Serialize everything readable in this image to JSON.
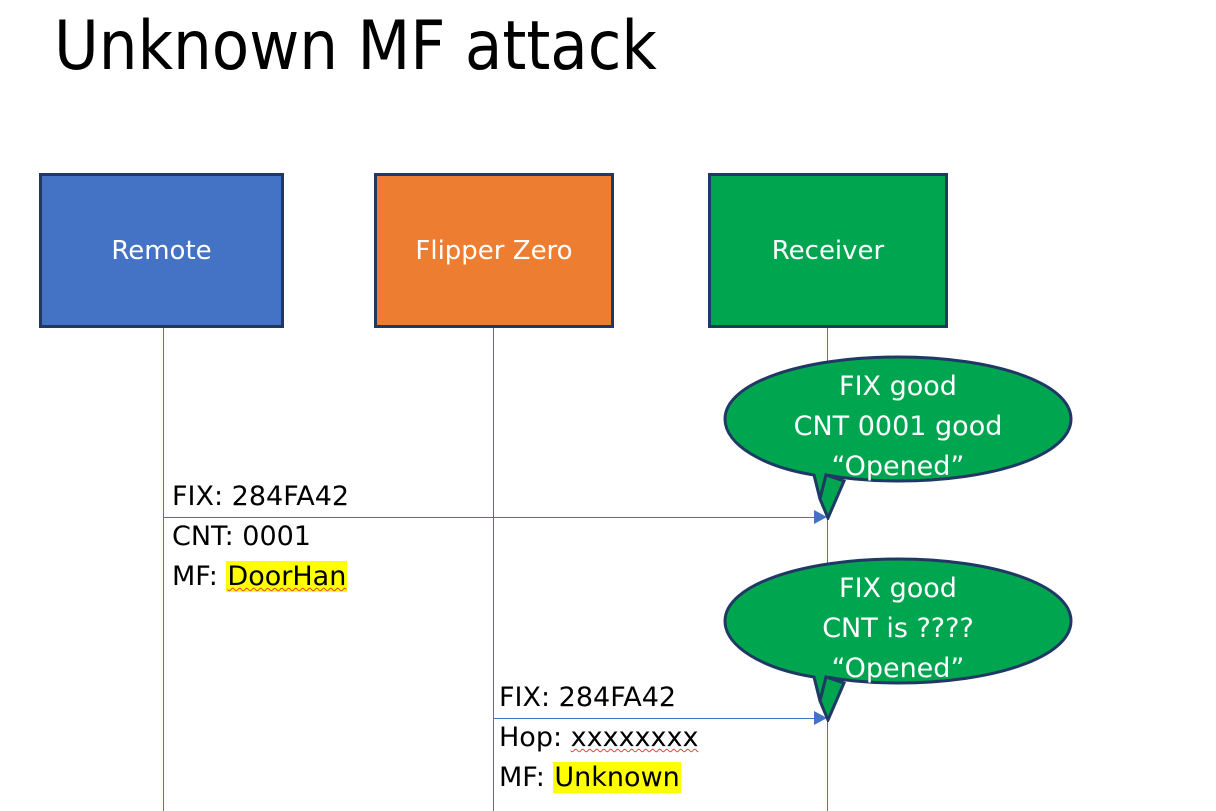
{
  "slide": {
    "title": "Unknown MF attack",
    "background": "#FFFFFF"
  },
  "colors": {
    "remote_fill": "#4472C4",
    "flipper_fill": "#ED7D31",
    "receiver_fill": "#00A550",
    "box_border": "#1F3864",
    "lifeline": "#4472C4",
    "arrow": "#4472C4",
    "highlight": "#FFFF00",
    "spellcheck_underline": "#E0443E",
    "bubble_fill": "#00A550",
    "bubble_border": "#1F3864",
    "text_dark": "#000000",
    "text_light": "#FFFFFF"
  },
  "actors": [
    {
      "id": "remote",
      "label": "Remote"
    },
    {
      "id": "flipper",
      "label": "Flipper Zero"
    },
    {
      "id": "receiver",
      "label": "Receiver"
    }
  ],
  "messages": [
    {
      "id": "msg1",
      "from": "remote",
      "to": "receiver",
      "lines": [
        {
          "prefix": "FIX: ",
          "value": "284FA42",
          "highlight": false,
          "spellcheck_error": false
        },
        {
          "prefix": "CNT: ",
          "value": "0001",
          "highlight": false,
          "spellcheck_error": false
        },
        {
          "prefix": "MF: ",
          "value": "DoorHan",
          "highlight": true,
          "spellcheck_error": true
        }
      ]
    },
    {
      "id": "msg2",
      "from": "flipper",
      "to": "receiver",
      "lines": [
        {
          "prefix": "FIX: ",
          "value": "284FA42",
          "highlight": false,
          "spellcheck_error": false
        },
        {
          "prefix": "Hop: ",
          "value": "xxxxxxxx",
          "highlight": false,
          "spellcheck_error": true
        },
        {
          "prefix": "MF: ",
          "value": "Unknown",
          "highlight": true,
          "spellcheck_error": false
        }
      ]
    }
  ],
  "bubbles": [
    {
      "id": "bubble1",
      "owner": "receiver",
      "lines": [
        "FIX good",
        "CNT 0001 good",
        "“Opened”"
      ]
    },
    {
      "id": "bubble2",
      "owner": "receiver",
      "lines": [
        "FIX good",
        "CNT is ????",
        "“Opened”"
      ]
    }
  ]
}
